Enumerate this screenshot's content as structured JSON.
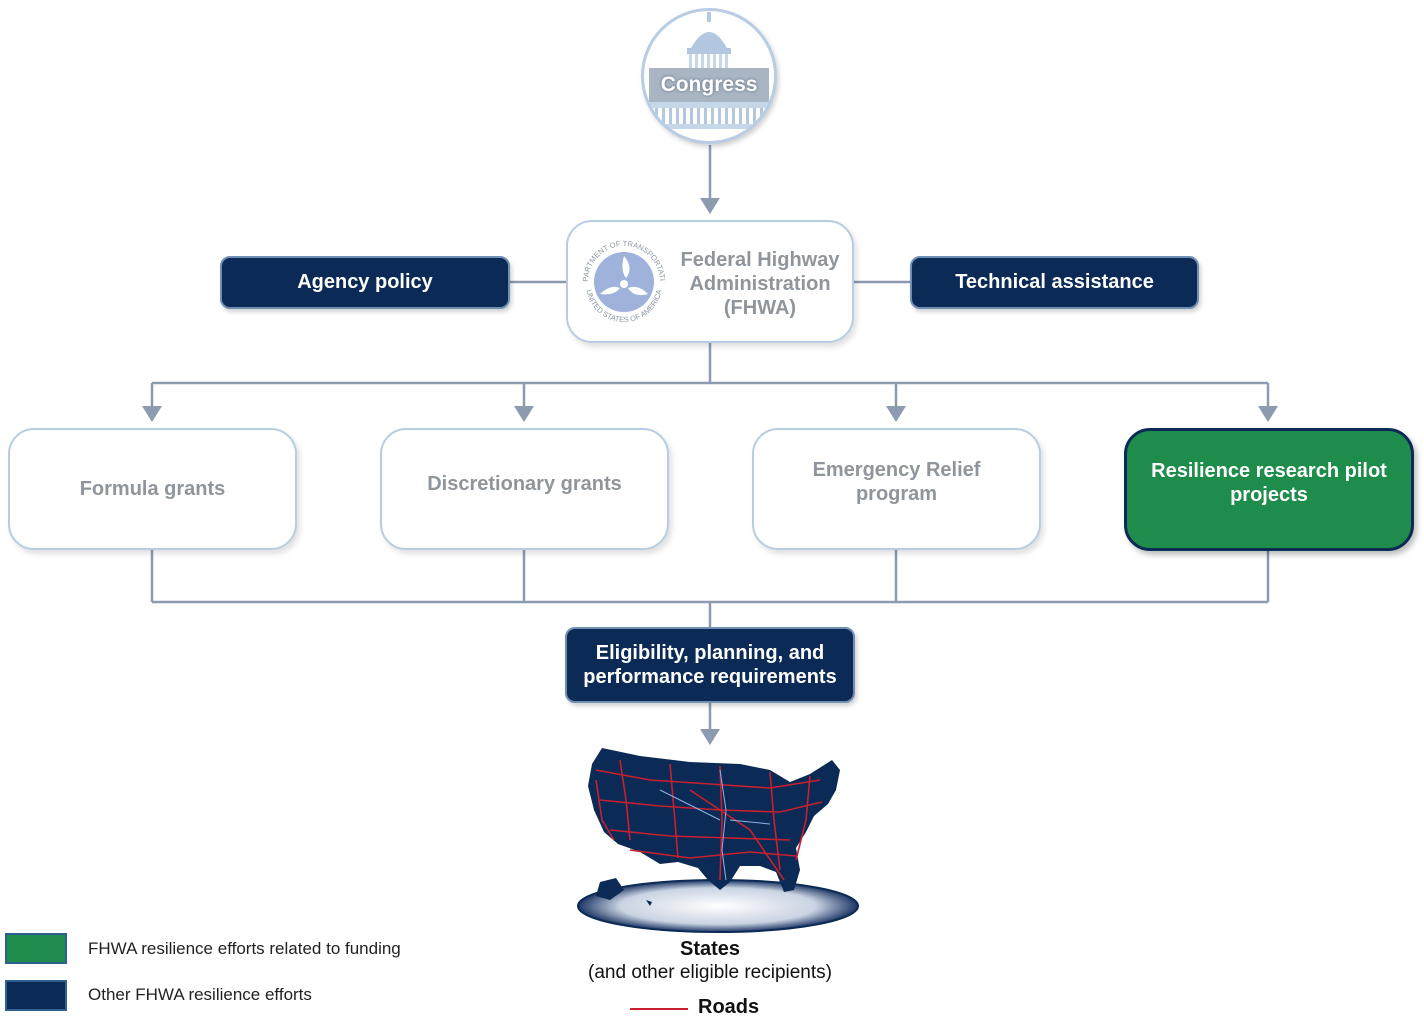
{
  "congress": {
    "label": "Congress"
  },
  "fhwa": {
    "line1": "Federal Highway",
    "line2": "Administration",
    "line3": "(FHWA)",
    "seal_top_text": "DEPARTMENT OF TRANSPORTATION",
    "seal_bottom_text": "UNITED STATES OF AMERICA"
  },
  "side_boxes": {
    "agency_policy": "Agency policy",
    "technical_assistance": "Technical assistance"
  },
  "programs": {
    "formula_grants": "Formula grants",
    "discretionary_grants": "Discretionary grants",
    "emergency_relief": [
      "Emergency Relief",
      "program"
    ],
    "resilience_pilot": [
      "Resilience research pilot",
      "projects"
    ]
  },
  "requirements": [
    "Eligibility, planning, and",
    "performance requirements"
  ],
  "states": {
    "title": "States",
    "subtitle": "(and other eligible recipients)",
    "roads_legend": "Roads"
  },
  "legend": {
    "funding": "FHWA resilience efforts related to funding",
    "other": "Other FHWA resilience efforts"
  },
  "colors": {
    "dark_navy": "#0b2a55",
    "green": "#1e8c4a",
    "connector_gray": "#8c9bb0",
    "road_red": "#c8202f",
    "light_border": "#b8cde3"
  },
  "icons": [
    "capitol-icon",
    "dot-seal-icon",
    "us-map-icon"
  ]
}
